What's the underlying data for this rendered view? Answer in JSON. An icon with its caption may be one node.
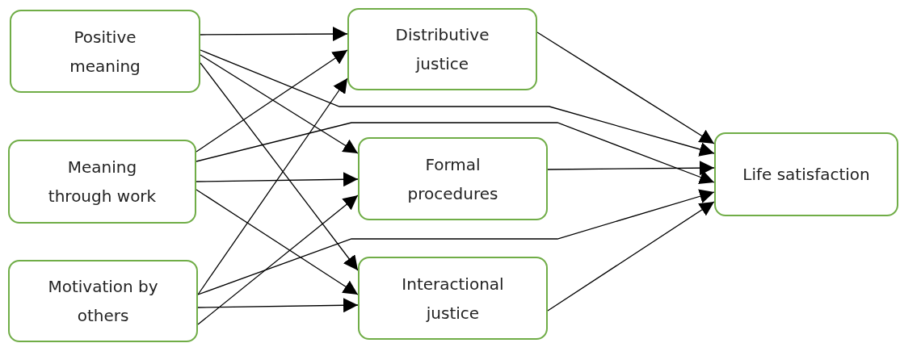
{
  "diagram": {
    "nodes": [
      {
        "text": [
          "Positive meaning"
        ]
      },
      {
        "text": [
          "Meaning through work"
        ]
      },
      {
        "text": [
          "Motivation by others"
        ]
      },
      {
        "text": [
          "Distributive justice"
        ]
      },
      {
        "text": [
          "Formal procedures"
        ]
      },
      {
        "text": [
          "Interactional justice"
        ]
      },
      {
        "text": [
          "Life satisfaction"
        ]
      }
    ],
    "edges": [
      {
        "from": 0,
        "to": 3,
        "arrow": "to"
      },
      {
        "from": 0,
        "to": 4,
        "arrow": "to"
      },
      {
        "from": 0,
        "to": 5,
        "arrow": "to"
      },
      {
        "from": 1,
        "to": 3,
        "arrow": "to"
      },
      {
        "from": 1,
        "to": 4,
        "arrow": "to"
      },
      {
        "from": 1,
        "to": 5,
        "arrow": "to"
      },
      {
        "from": 2,
        "to": 3,
        "arrow": "to"
      },
      {
        "from": 2,
        "to": 4,
        "arrow": "to"
      },
      {
        "from": 2,
        "to": 5,
        "arrow": "to"
      },
      {
        "from": 0,
        "to": 6,
        "arrow": "to"
      },
      {
        "from": 1,
        "to": 6,
        "arrow": "to"
      },
      {
        "from": 2,
        "to": 6,
        "arrow": "to"
      },
      {
        "from": 3,
        "to": 6,
        "arrow": "to"
      },
      {
        "from": 4,
        "to": 6,
        "arrow": "to"
      },
      {
        "from": 5,
        "to": 6,
        "arrow": "to"
      }
    ]
  }
}
